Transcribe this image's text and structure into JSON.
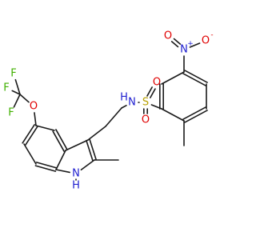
{
  "colors": {
    "bond": "#1a1a1a",
    "carbon": "#1a1a1a",
    "nitrogen": "#2020d0",
    "oxygen": "#e00000",
    "sulfur": "#b8a000",
    "fluorine": "#40b000"
  },
  "atoms": [
    {
      "id": "S",
      "label": "S",
      "element": "sulfur"
    },
    {
      "id": "O_s1",
      "label": "O",
      "element": "oxygen"
    },
    {
      "id": "O_s2",
      "label": "O",
      "element": "oxygen"
    },
    {
      "id": "N_sa",
      "label": "N",
      "element": "nitrogen"
    },
    {
      "id": "H_sa",
      "label": "H",
      "element": "nitrogen"
    },
    {
      "id": "N_no",
      "label": "N",
      "element": "nitrogen",
      "charge": "+"
    },
    {
      "id": "O_n1",
      "label": "O",
      "element": "oxygen",
      "charge": "-"
    },
    {
      "id": "O_n2",
      "label": "O",
      "element": "oxygen"
    },
    {
      "id": "O_oc",
      "label": "O",
      "element": "oxygen"
    },
    {
      "id": "F1",
      "label": "F",
      "element": "fluorine"
    },
    {
      "id": "F2",
      "label": "F",
      "element": "fluorine"
    },
    {
      "id": "F3",
      "label": "F",
      "element": "fluorine"
    },
    {
      "id": "N_in",
      "label": "N",
      "element": "nitrogen"
    },
    {
      "id": "H_in",
      "label": "H",
      "element": "nitrogen"
    }
  ]
}
